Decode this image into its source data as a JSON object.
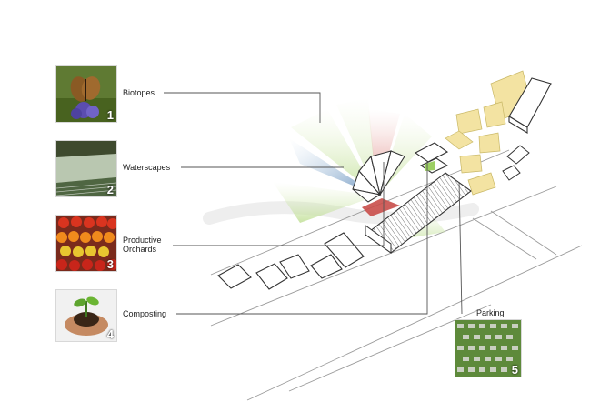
{
  "labels": {
    "biotopes": "Biotopes",
    "waterscapes": "Waterscapes",
    "productive_orchards_line1": "Productive",
    "productive_orchards_line2": "Orchards",
    "composting": "Composting",
    "parking": "Parking"
  },
  "badges": {
    "one": "1",
    "two": "2",
    "three": "3",
    "four": "4",
    "five": "5"
  },
  "colors": {
    "leader_line": "#555555",
    "building_outline": "#333333",
    "fan_green": "#cfe6a8",
    "fan_red": "#d98a86",
    "fan_blue": "#7ea3c8",
    "housing_yellow": "#f3e3a2"
  }
}
